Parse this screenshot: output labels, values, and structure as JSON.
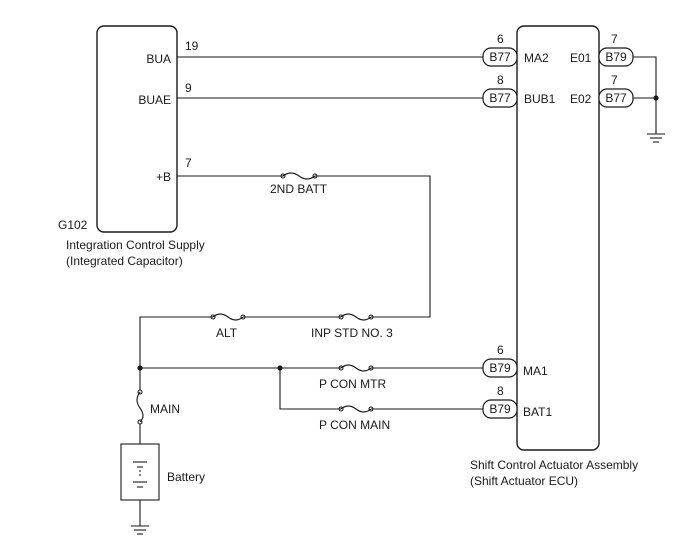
{
  "ecu_supply": {
    "code": "G102",
    "name_line1": "Integration Control Supply",
    "name_line2": "(Integrated Capacitor)",
    "pins": [
      {
        "label": "BUA",
        "number": "19"
      },
      {
        "label": "BUAE",
        "number": "9"
      },
      {
        "label": "+B",
        "number": "7"
      }
    ]
  },
  "ecu_shift": {
    "name_line1": "Shift Control Actuator Assembly",
    "name_line2": "(Shift Actuator ECU)",
    "left_pins": [
      {
        "label": "MA2",
        "connector": "B77",
        "number": "6"
      },
      {
        "label": "BUB1",
        "connector": "B77",
        "number": "8"
      },
      {
        "label": "MA1",
        "connector": "B79",
        "number": "6"
      },
      {
        "label": "BAT1",
        "connector": "B79",
        "number": "8"
      }
    ],
    "right_pins": [
      {
        "label": "E01",
        "connector": "B79",
        "number": "7"
      },
      {
        "label": "E02",
        "connector": "B77",
        "number": "7"
      }
    ]
  },
  "fuses": {
    "batt2": "2ND BATT",
    "alt": "ALT",
    "inp_std": "INP STD NO. 3",
    "p_con_mtr": "P CON MTR",
    "p_con_main": "P CON MAIN",
    "main": "MAIN"
  },
  "battery_label": "Battery"
}
